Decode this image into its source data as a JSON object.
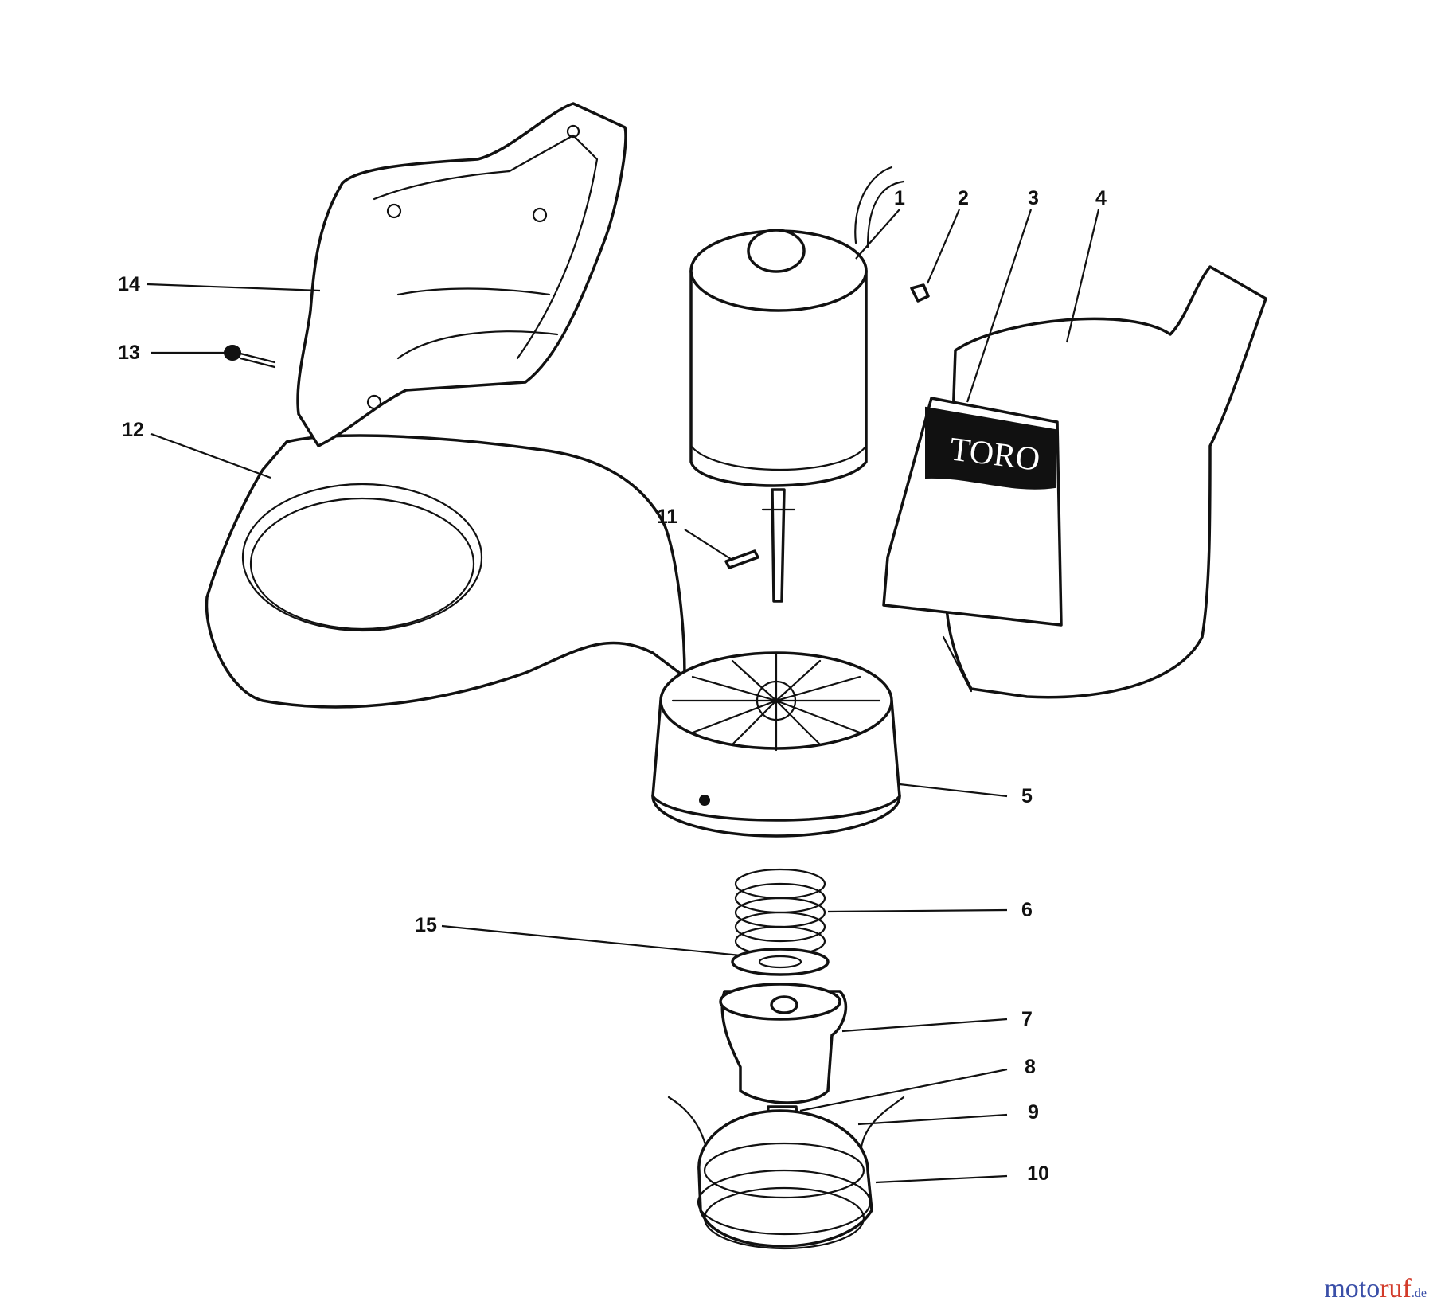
{
  "diagram": {
    "brand_label": "TORO",
    "callouts": [
      "1",
      "2",
      "3",
      "4",
      "5",
      "6",
      "7",
      "8",
      "9",
      "10",
      "11",
      "12",
      "13",
      "14",
      "15"
    ]
  },
  "watermark": {
    "part1": "moto",
    "part2": "ruf",
    "part3": ".de"
  },
  "colors": {
    "ink": "#111111",
    "paper": "#ffffff",
    "wm_blue": "#3a4fa8",
    "wm_red": "#d23b2a"
  }
}
